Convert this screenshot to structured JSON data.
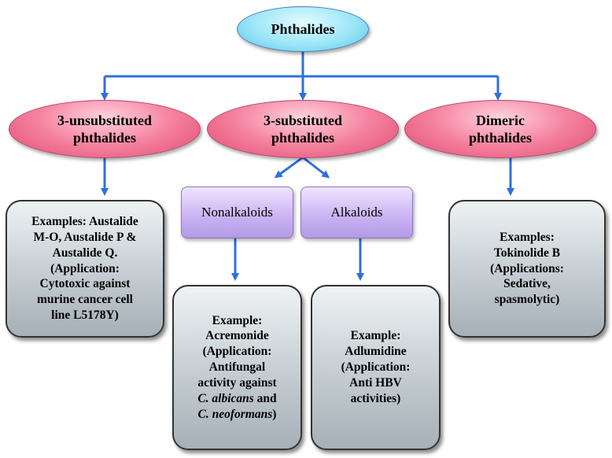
{
  "root": {
    "label": "Phthalides"
  },
  "categories": [
    {
      "label_lines": [
        "3-unsubstituted",
        "phthalides"
      ]
    },
    {
      "label_lines": [
        "3-substituted",
        "phthalides"
      ]
    },
    {
      "label_lines": [
        "Dimeric",
        "phthalides"
      ]
    }
  ],
  "subcategories": [
    {
      "label": "Nonalkaloids"
    },
    {
      "label": "Alkaloids"
    }
  ],
  "examples": {
    "unsubstituted": {
      "lines": [
        "Examples: Austalide",
        "M-O, Austalide P &",
        "Austalide Q.",
        "(Application:",
        "Cytotoxic against",
        "murine cancer cell",
        "line L5178Y)"
      ]
    },
    "nonalkaloids": {
      "lines_plain": [
        "Example:",
        "Acremonide",
        "(Application:",
        "Antifungal",
        "activity against"
      ],
      "line6_italic": "C. albicans",
      "line6_rest": " and",
      "line7_italic": "C. neoformans",
      "line7_rest": ")"
    },
    "alkaloids": {
      "lines": [
        "Example:",
        "Adlumidine",
        "(Application:",
        "Anti HBV",
        "activities)"
      ]
    },
    "dimeric": {
      "lines": [
        "Examples:",
        "Tokinolide B",
        "(Applications:",
        "Sedative,",
        "spasmolytic)"
      ]
    }
  },
  "colors": {
    "arrow": "#2f6fe0",
    "root_fill": "#9ce6f7",
    "category_fill": "#f5829f",
    "sub_fill": "#c9b2f2",
    "example_fill": "#c4ccd1"
  }
}
